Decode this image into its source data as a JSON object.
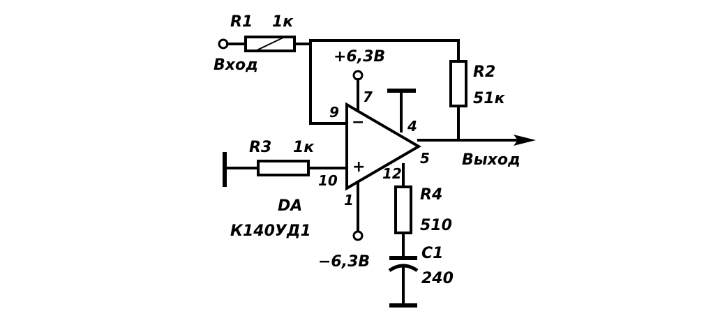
{
  "labels": {
    "r1_name": "R1",
    "r1_value": "1к",
    "input": "Вход",
    "pos_supply": "+6,3В",
    "r2_name": "R2",
    "r2_value": "51к",
    "pin9": "9",
    "pin7": "7",
    "pin4": "4",
    "minus": "−",
    "r3_name": "R3",
    "r3_value": "1к",
    "plus": "+",
    "pin5": "5",
    "output": "Выход",
    "pin10": "10",
    "pin12": "12",
    "pin1": "1",
    "da_name": "DA",
    "da_part": "К140УД1",
    "r4_name": "R4",
    "r4_value": "510",
    "neg_supply": "−6,3В",
    "c1_name": "C1",
    "c1_value": "240"
  }
}
